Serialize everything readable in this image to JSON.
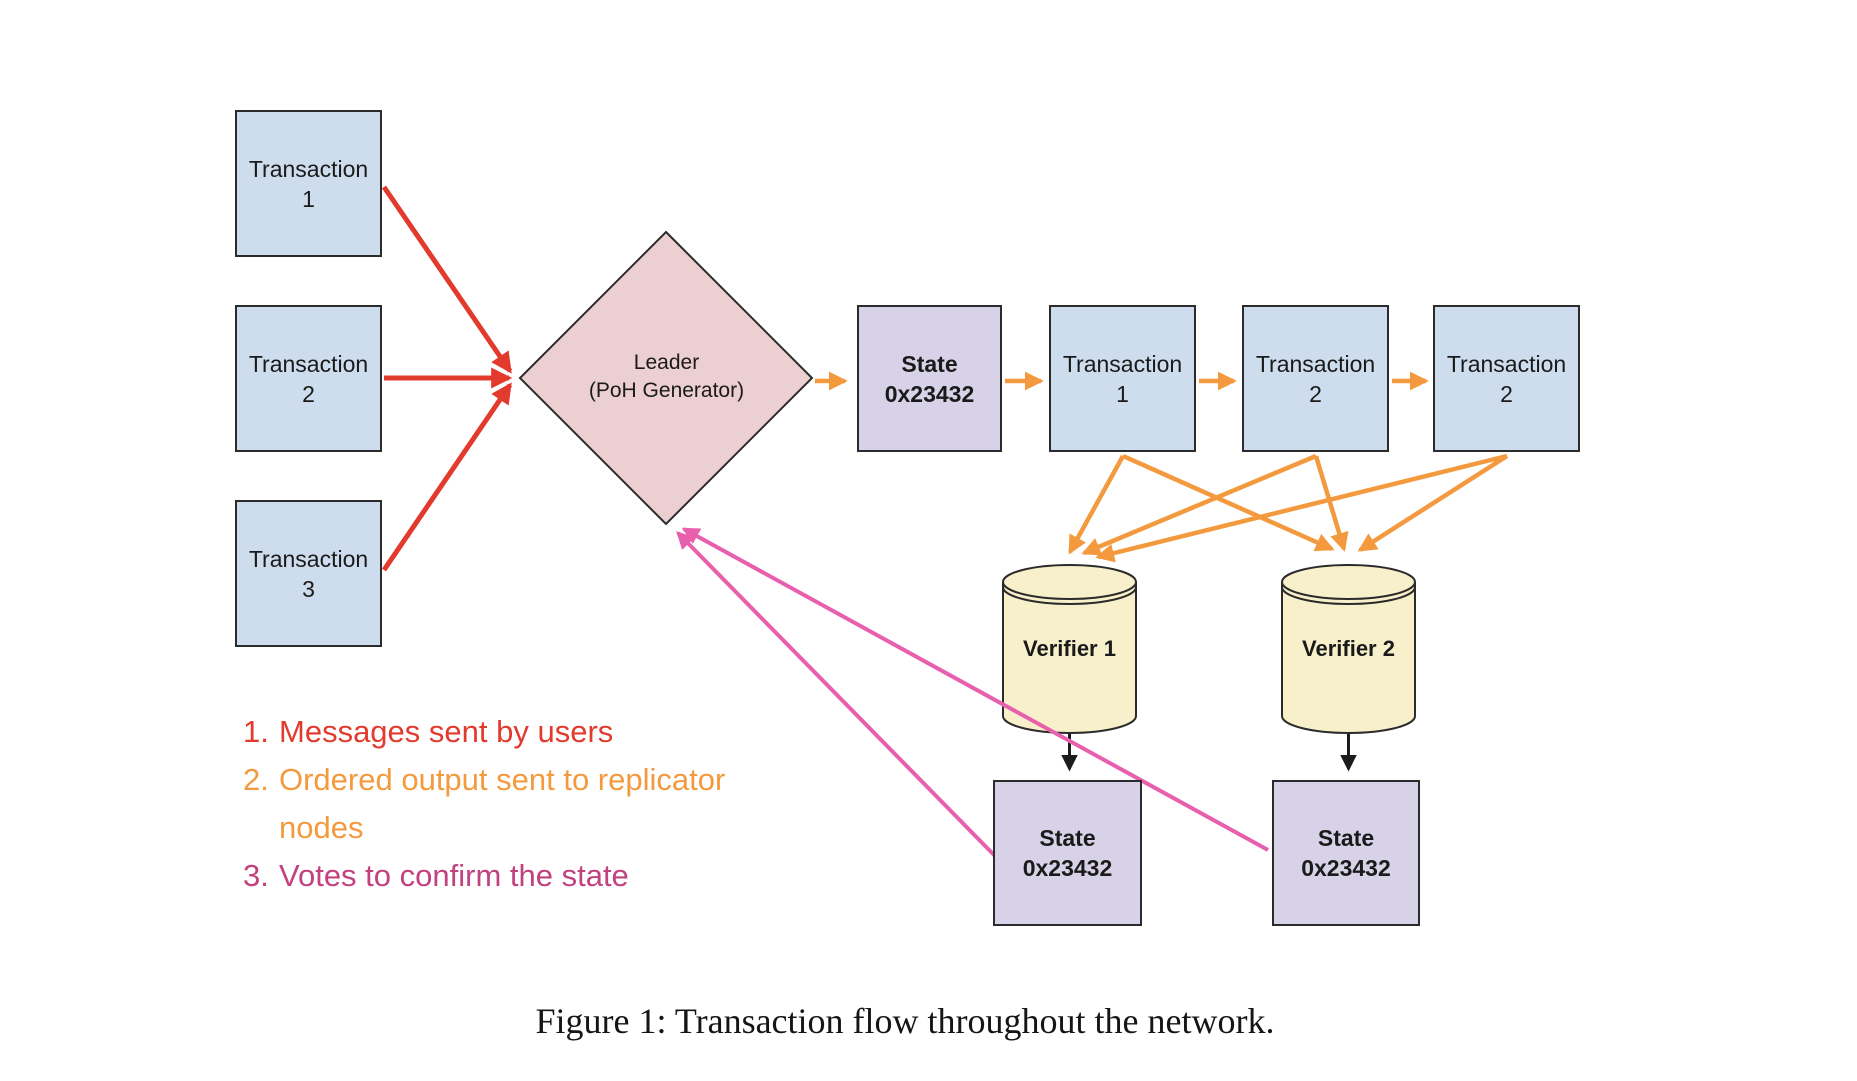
{
  "colors": {
    "red": "#e23b2e",
    "orange": "#f49a3e",
    "pink": "#e85fae",
    "magenta": "#c2417f",
    "black": "#1c1c1c",
    "border": "#2b2b2b",
    "text": "#1a1a1a",
    "blue-fill": "#cedded",
    "rose-fill": "#eccfd1",
    "purple-fill": "#d8d2e8",
    "cream-fill": "#f8f0ca"
  },
  "nodes": {
    "user_transactions": [
      {
        "name": "Transaction",
        "number": "1"
      },
      {
        "name": "Transaction",
        "number": "2"
      },
      {
        "name": "Transaction",
        "number": "3"
      }
    ],
    "leader": {
      "title": "Leader",
      "subtitle": "(PoH Generator)"
    },
    "generated_state": {
      "title": "State",
      "value": "0x23432"
    },
    "ordered_transactions": [
      {
        "name": "Transaction",
        "number": "1"
      },
      {
        "name": "Transaction",
        "number": "2"
      },
      {
        "name": "Transaction",
        "number": "2"
      }
    ],
    "verifiers": [
      {
        "label": "Verifier 1"
      },
      {
        "label": "Verifier 2"
      }
    ],
    "verifier_states": [
      {
        "title": "State",
        "value": "0x23432"
      },
      {
        "title": "State",
        "value": "0x23432"
      }
    ]
  },
  "legend": {
    "items": [
      {
        "number": "1.",
        "text": "Messages sent by users",
        "color": "#e23b2e"
      },
      {
        "number": "2.",
        "text": "Ordered output sent to replicator nodes",
        "color": "#f49a3e"
      },
      {
        "number": "3.",
        "text": "Votes to confirm the state",
        "color": "#c2417f"
      }
    ]
  },
  "caption": "Figure 1: Transaction flow throughout the network."
}
